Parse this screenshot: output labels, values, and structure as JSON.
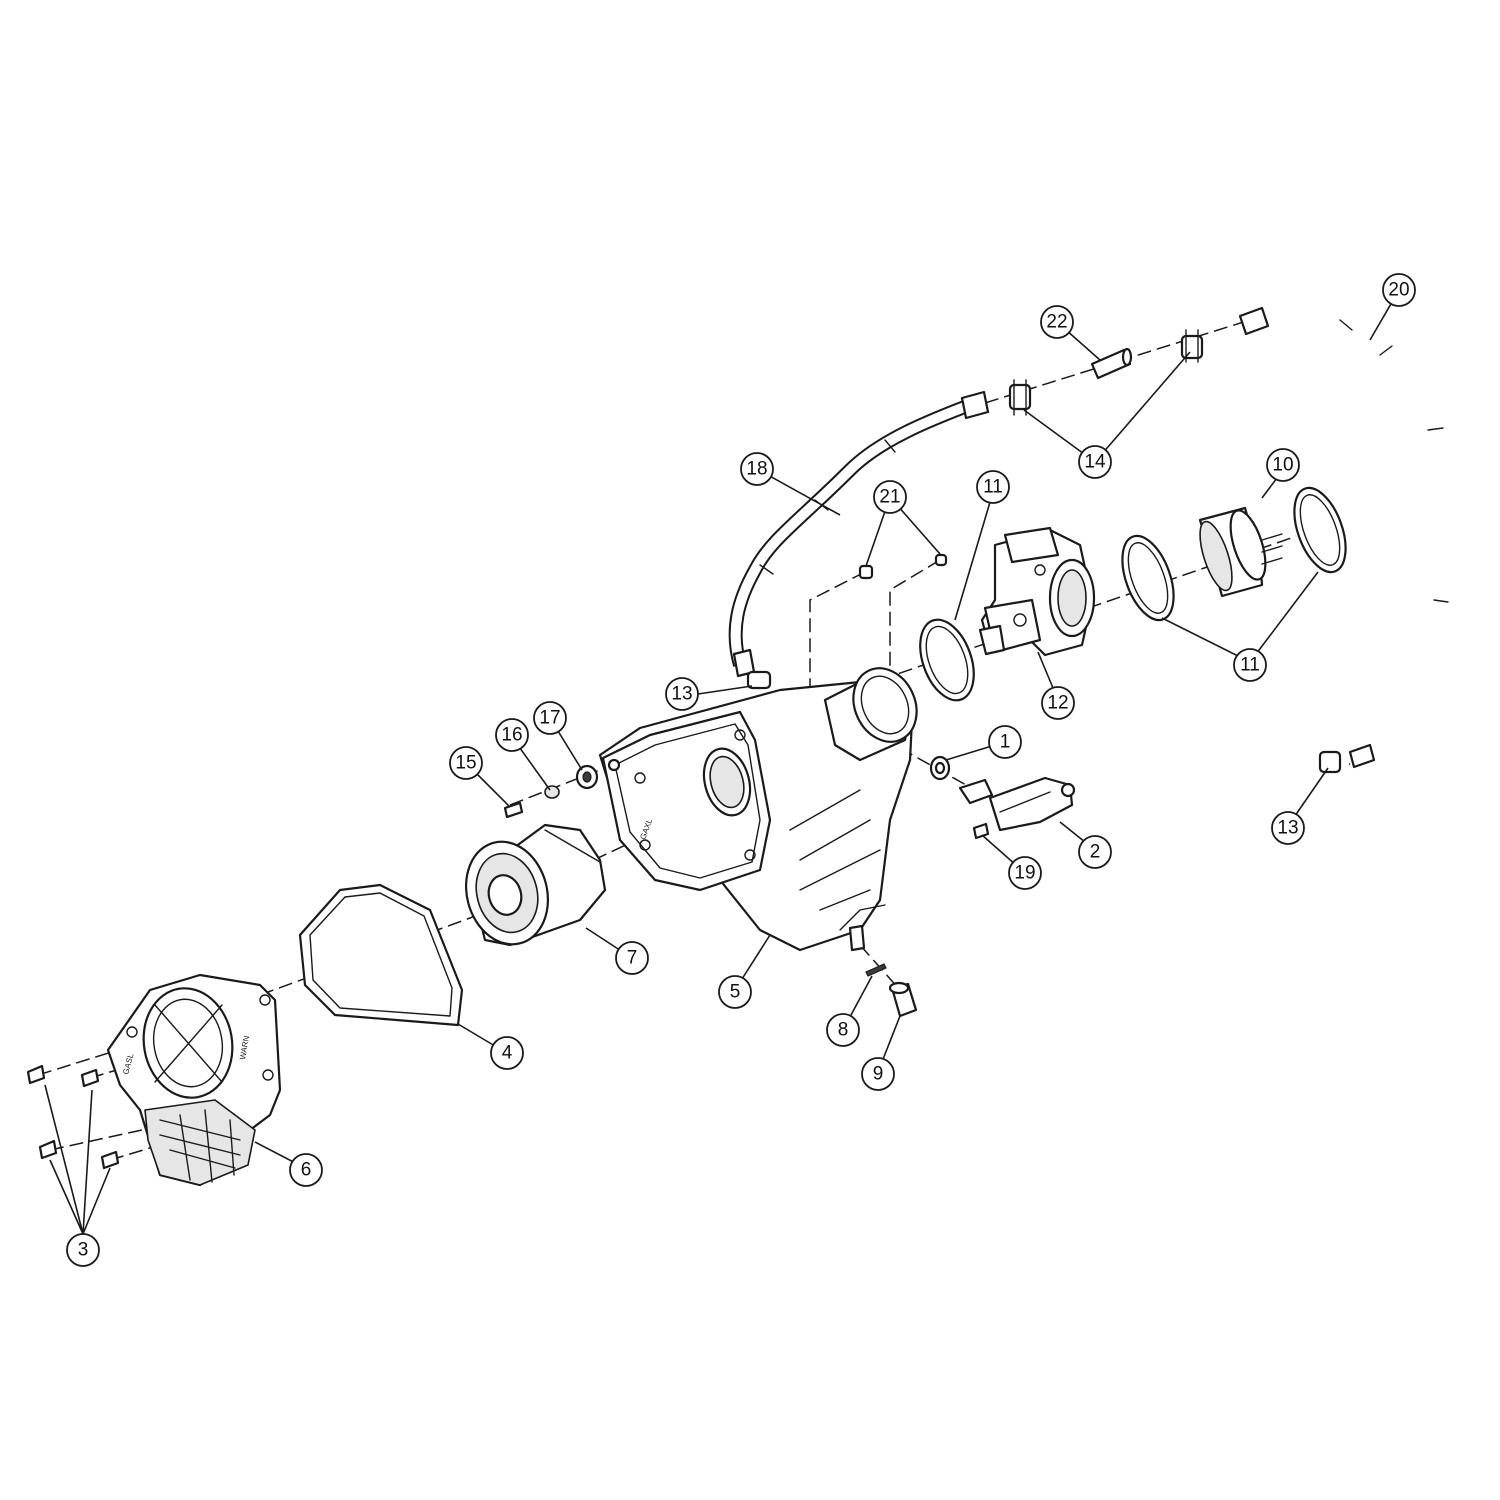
{
  "diagram": {
    "callouts": [
      {
        "id": "c1",
        "label": "1"
      },
      {
        "id": "c2",
        "label": "2"
      },
      {
        "id": "c3",
        "label": "3"
      },
      {
        "id": "c4",
        "label": "4"
      },
      {
        "id": "c5",
        "label": "5"
      },
      {
        "id": "c6",
        "label": "6"
      },
      {
        "id": "c7",
        "label": "7"
      },
      {
        "id": "c8",
        "label": "8"
      },
      {
        "id": "c9",
        "label": "9"
      },
      {
        "id": "c10",
        "label": "10"
      },
      {
        "id": "c11a",
        "label": "11"
      },
      {
        "id": "c11b",
        "label": "11"
      },
      {
        "id": "c12",
        "label": "12"
      },
      {
        "id": "c13a",
        "label": "13"
      },
      {
        "id": "c13b",
        "label": "13"
      },
      {
        "id": "c14",
        "label": "14"
      },
      {
        "id": "c15",
        "label": "15"
      },
      {
        "id": "c16",
        "label": "16"
      },
      {
        "id": "c17",
        "label": "17"
      },
      {
        "id": "c18",
        "label": "18"
      },
      {
        "id": "c19",
        "label": "19"
      },
      {
        "id": "c20",
        "label": "20"
      },
      {
        "id": "c21",
        "label": "21"
      },
      {
        "id": "c22",
        "label": "22"
      }
    ]
  }
}
